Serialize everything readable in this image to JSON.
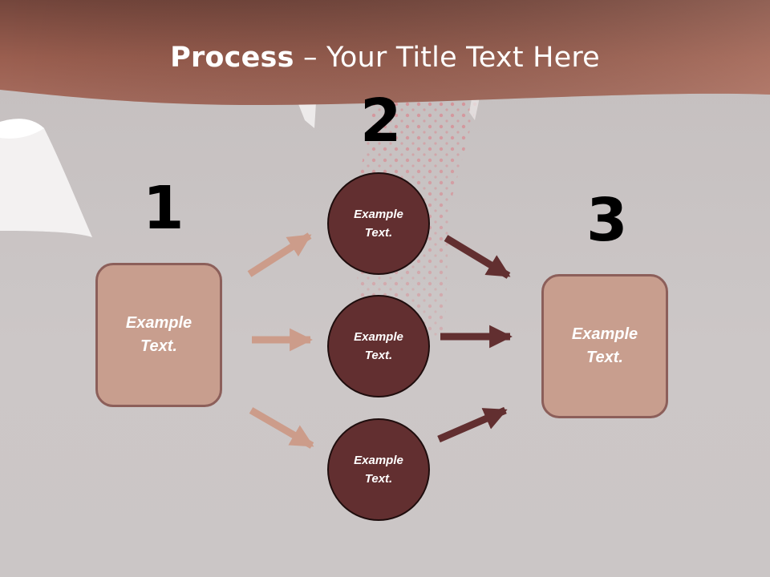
{
  "title": {
    "bold": "Process",
    "separator": " – ",
    "rest": "Your Title Text Here"
  },
  "steps": {
    "step1": {
      "number": "1",
      "text": "Example\nText."
    },
    "step2": {
      "number": "2",
      "circles": [
        "Example\nText.",
        "Example\nText.",
        "Example\nText."
      ]
    },
    "step3": {
      "number": "3",
      "text": "Example\nText."
    }
  },
  "colors": {
    "header": "#9a5e4f",
    "box_fill": "#c89e8e",
    "box_border": "#8c5f5a",
    "circle_fill": "#622f30",
    "arrow_light": "#cc9c8a",
    "arrow_dark": "#622f30"
  }
}
